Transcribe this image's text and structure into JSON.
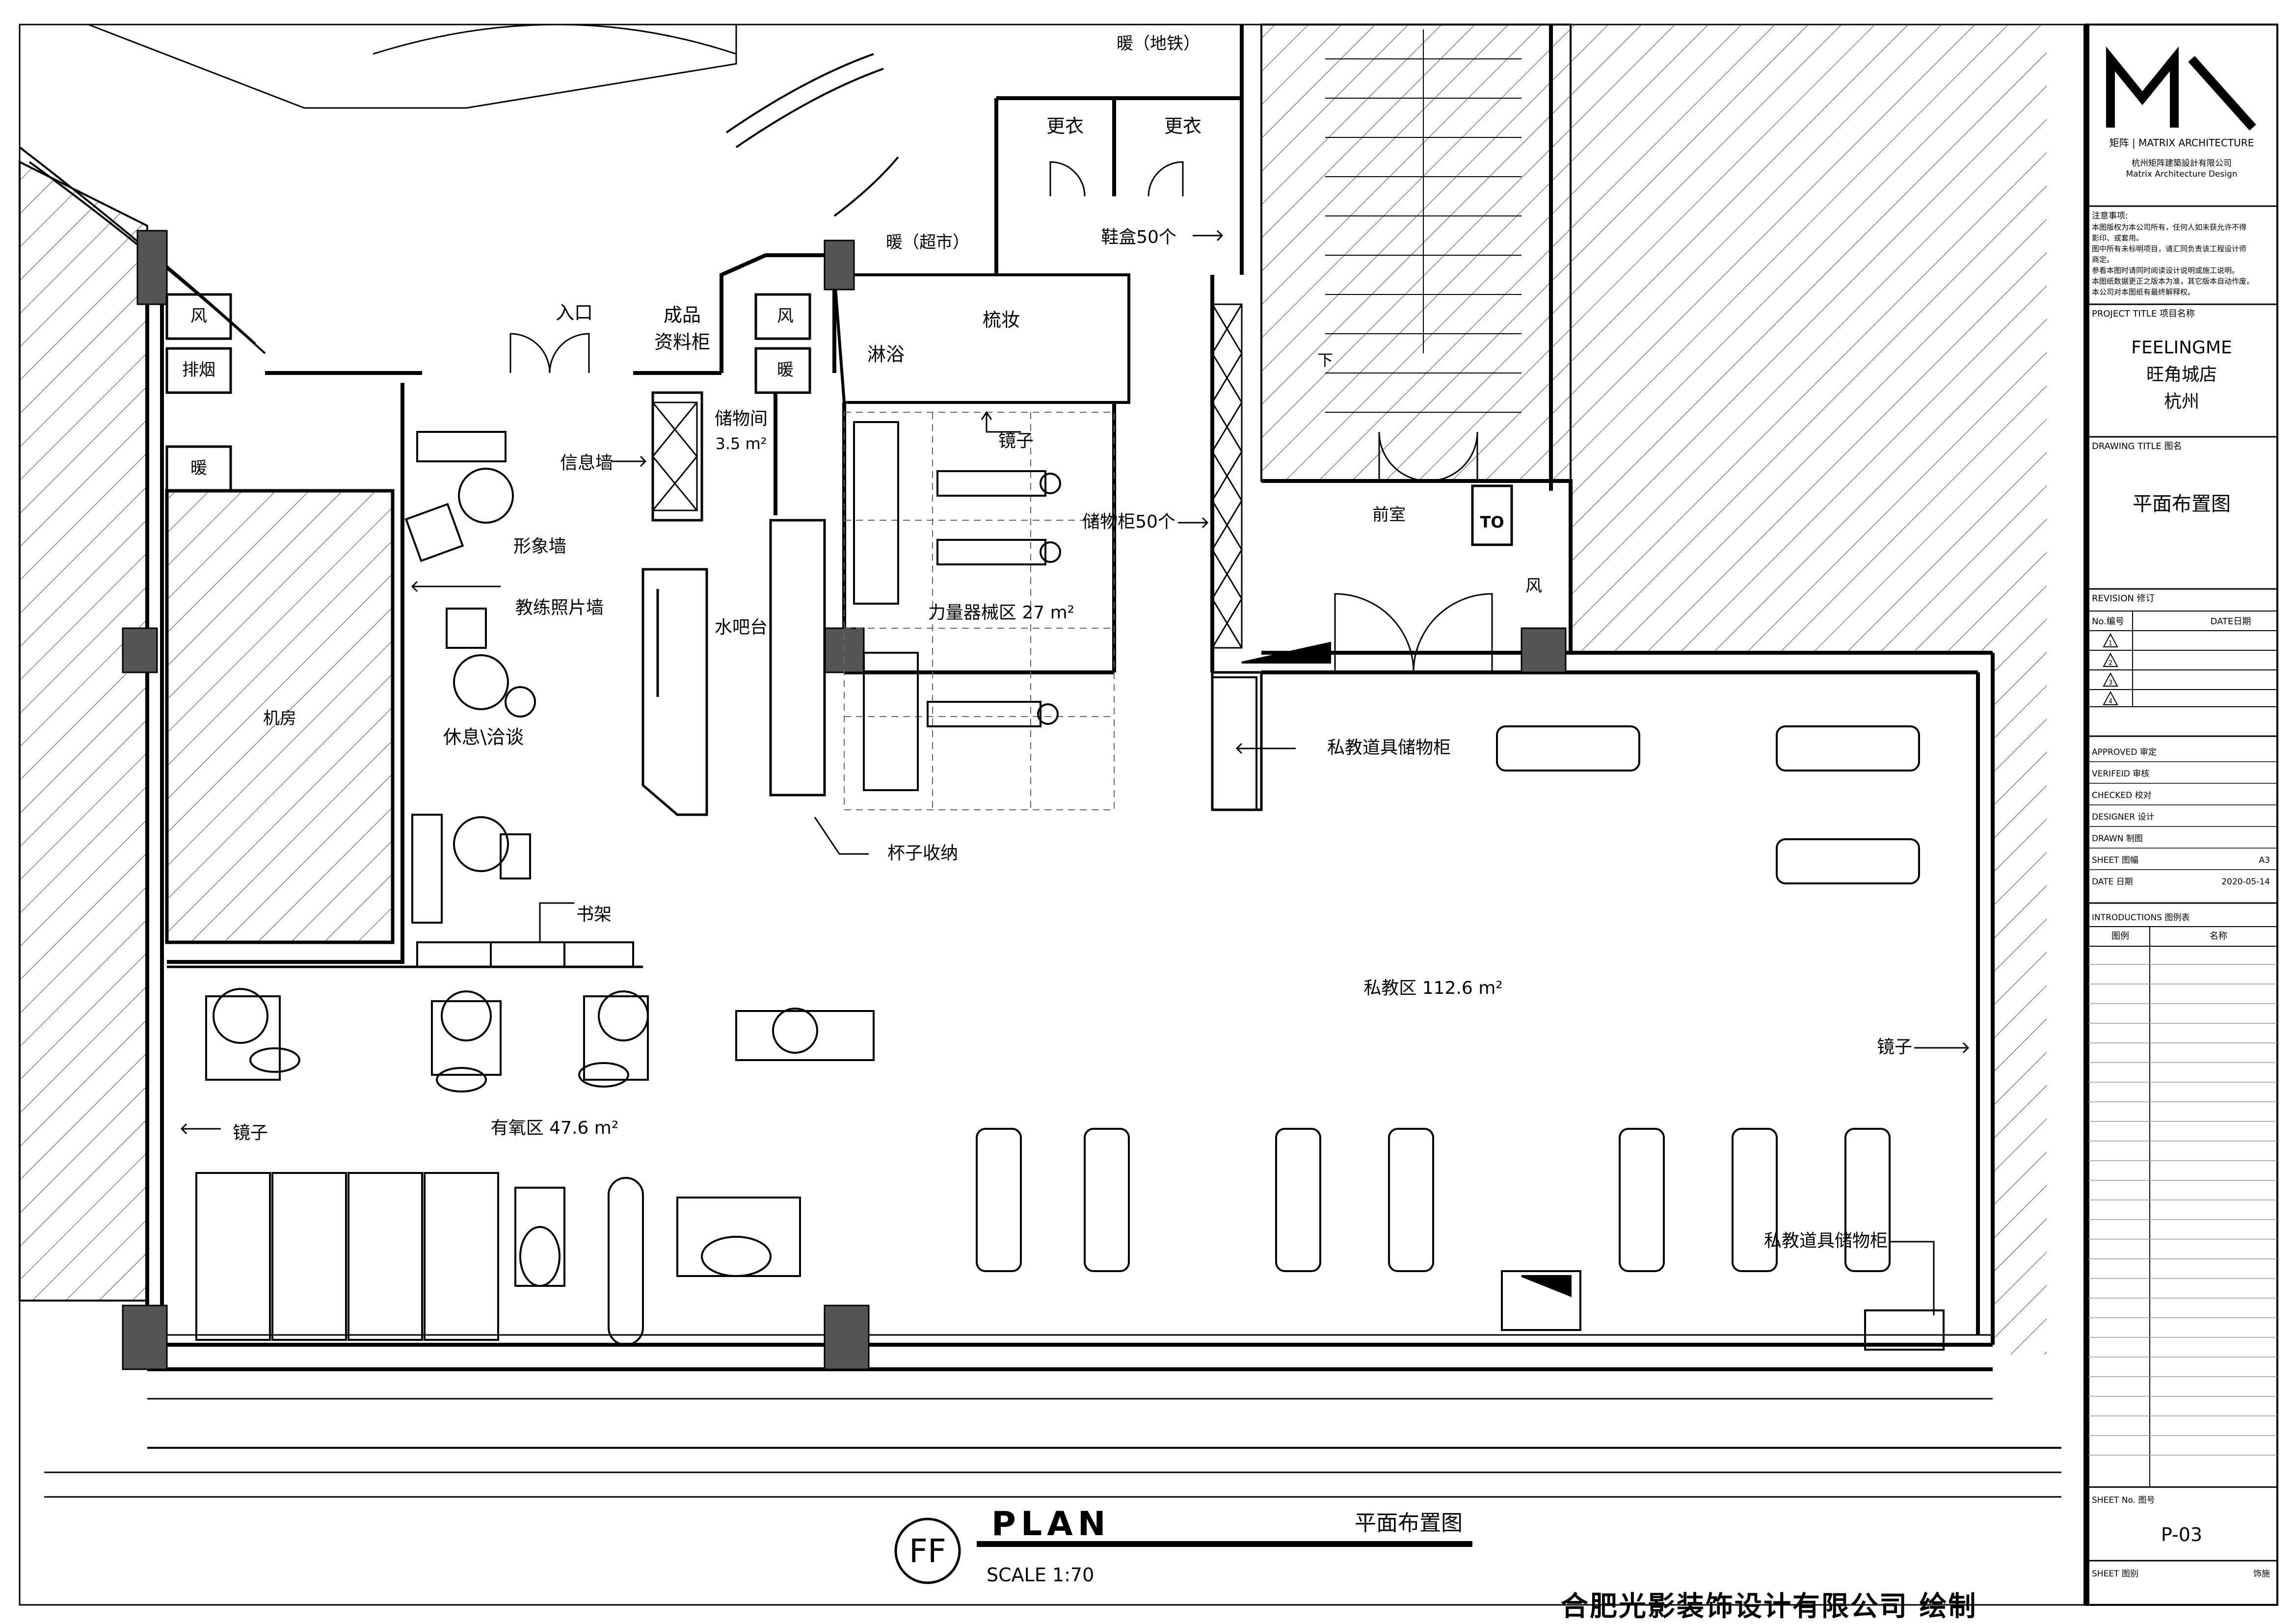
{
  "plan": {
    "rooms": {
      "feng1": "风",
      "paiyan": "排烟",
      "nuan1": "暖",
      "jifang": "机房",
      "rukou": "入口",
      "chengpin": "成品",
      "ziliaogui": "资料柜",
      "feng2": "风",
      "nuan2": "暖",
      "nuan_chaoshi": "暖（超市）",
      "nuan_ditie": "暖（地铁）",
      "gengyi1": "更衣",
      "gengyi2": "更衣",
      "xiehe": "鞋盒50个",
      "shuzhuang": "梳妆",
      "linyu": "淋浴",
      "chuwujian": "储物间",
      "chuwujian_area": "3.5 m²",
      "xinxiqiang": "信息墙",
      "jingzi1": "镜子",
      "chuwugui": "储物柜50个",
      "xingxiangqiang": "形象墙",
      "jiaolian": "教练照片墙",
      "shuibatai": "水吧台",
      "liliang": "力量器械区 27 m²",
      "qianshi": "前室",
      "to": "TO",
      "feng3": "风",
      "xia": "下",
      "xiuxi": "休息\\洽谈",
      "beizi": "杯子收纳",
      "sijiao_gui1": "私教道具储物柜",
      "shujia": "书架",
      "sijiao": "私教区 112.6 m²",
      "jingzi2": "镜子",
      "jingzi3": "镜子",
      "youyang": "有氧区 47.6 m²",
      "sijiao_gui2": "私教道具储物柜"
    },
    "footer": {
      "badge": "FF",
      "title": "PLAN",
      "subtitle": "平面布置图",
      "scale": "SCALE  1:70",
      "credit": "合肥光影装饰设计有限公司 绘制"
    }
  },
  "titleblock": {
    "logo_mark": "M\\",
    "logo_line": "矩阵 | MATRIX ARCHITECTURE",
    "company_cn": "杭州矩阵建築設計有限公司",
    "company_en": "Matrix  Architecture  Design",
    "notes_title": "注意事项:",
    "notes": [
      "本图版权为本公司所有，任何人如未获允许不得",
      "影印、或套用。",
      "图中所有未标明项目，请汇同负责该工程设计师",
      "商定。",
      "参看本图时请同时阅读设计说明或施工说明。",
      "本图纸数据更正之版本为准，其它版本自动作废。",
      "本公司对本图纸有最终解释权。"
    ],
    "project_title_label": "PROJECT TITLE  项目名称",
    "project_lines": [
      "FEELINGME",
      "旺角城店",
      "杭州"
    ],
    "drawing_title_label": "DRAWING TITLE  图名",
    "drawing_title": "平面布置图",
    "revision_label": "REVISION  修订",
    "rev_no_label": "No.编号",
    "rev_date_label": "DATE日期",
    "rev_marks": [
      "1",
      "2",
      "3",
      "4"
    ],
    "approvals": [
      {
        "label": "APPROVED  审定",
        "value": ""
      },
      {
        "label": "VERIFEID  审核",
        "value": ""
      },
      {
        "label": "CHECKED  校对",
        "value": ""
      },
      {
        "label": "DESIGNER  设计",
        "value": ""
      },
      {
        "label": "DRAWN    制图",
        "value": ""
      },
      {
        "label": "SHEET    图幅",
        "value": "A3"
      },
      {
        "label": "DATE     日期",
        "value": "2020-05-14"
      }
    ],
    "legend_label": "INTRODUCTIONS 图例表",
    "legend_col1": "图例",
    "legend_col2": "名称",
    "sheet_no_label": "SHEET No.  图号",
    "sheet_no": "P-03",
    "sheet_cat_label": "SHEET  图别",
    "sheet_cat": "饰施"
  }
}
